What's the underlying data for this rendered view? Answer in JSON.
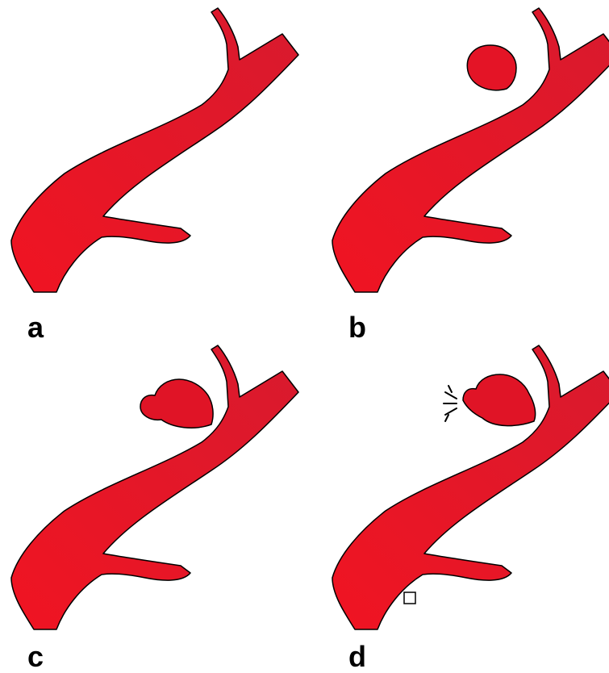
{
  "figure": {
    "panels": [
      {
        "label": "a",
        "stage": "normal-vessel"
      },
      {
        "label": "b",
        "stage": "saccular-aneurysm"
      },
      {
        "label": "c",
        "stage": "lobulated-aneurysm"
      },
      {
        "label": "d",
        "stage": "ruptured-aneurysm"
      }
    ],
    "colors": {
      "vessel_fill": "#e01020",
      "vessel_outline": "#000000",
      "background": "#ffffff"
    }
  }
}
